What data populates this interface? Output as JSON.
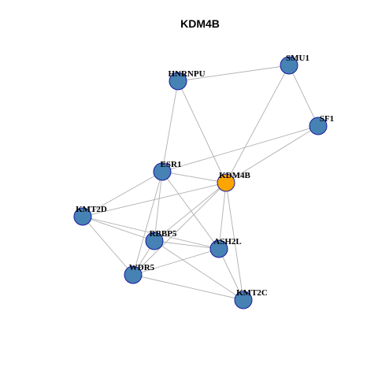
{
  "title": "KDM4B",
  "colors": {
    "default_node": "#4682b4",
    "highlight_node": "#ffa500",
    "node_border": "#1a1aa0",
    "edge": "#b0b0b0"
  },
  "nodes": [
    {
      "id": "SMU1",
      "label": "SMU1",
      "highlight": false
    },
    {
      "id": "HNRNPU",
      "label": "HNRNPU",
      "highlight": false
    },
    {
      "id": "SF1",
      "label": "SF1",
      "highlight": false
    },
    {
      "id": "ESR1",
      "label": "ESR1",
      "highlight": false
    },
    {
      "id": "KDM4B",
      "label": "KDM4B",
      "highlight": true
    },
    {
      "id": "KMT2D",
      "label": "KMT2D",
      "highlight": false
    },
    {
      "id": "RBBP5",
      "label": "RBBP5",
      "highlight": false
    },
    {
      "id": "ASH2L",
      "label": "ASH2L",
      "highlight": false
    },
    {
      "id": "WDR5",
      "label": "WDR5",
      "highlight": false
    },
    {
      "id": "KMT2C",
      "label": "KMT2C",
      "highlight": false
    }
  ],
  "edges": [
    [
      "HNRNPU",
      "SMU1"
    ],
    [
      "HNRNPU",
      "ESR1"
    ],
    [
      "HNRNPU",
      "KDM4B"
    ],
    [
      "SMU1",
      "SF1"
    ],
    [
      "SMU1",
      "KDM4B"
    ],
    [
      "SF1",
      "ESR1"
    ],
    [
      "SF1",
      "KDM4B"
    ],
    [
      "ESR1",
      "KDM4B"
    ],
    [
      "ESR1",
      "KMT2D"
    ],
    [
      "ESR1",
      "RBBP5"
    ],
    [
      "ESR1",
      "WDR5"
    ],
    [
      "ESR1",
      "ASH2L"
    ],
    [
      "KDM4B",
      "KMT2D"
    ],
    [
      "KDM4B",
      "RBBP5"
    ],
    [
      "KDM4B",
      "ASH2L"
    ],
    [
      "KDM4B",
      "WDR5"
    ],
    [
      "KDM4B",
      "KMT2C"
    ],
    [
      "KMT2D",
      "RBBP5"
    ],
    [
      "KMT2D",
      "ASH2L"
    ],
    [
      "KMT2D",
      "WDR5"
    ],
    [
      "RBBP5",
      "ASH2L"
    ],
    [
      "RBBP5",
      "WDR5"
    ],
    [
      "RBBP5",
      "KMT2C"
    ],
    [
      "ASH2L",
      "WDR5"
    ],
    [
      "ASH2L",
      "KMT2C"
    ],
    [
      "WDR5",
      "KMT2C"
    ]
  ]
}
